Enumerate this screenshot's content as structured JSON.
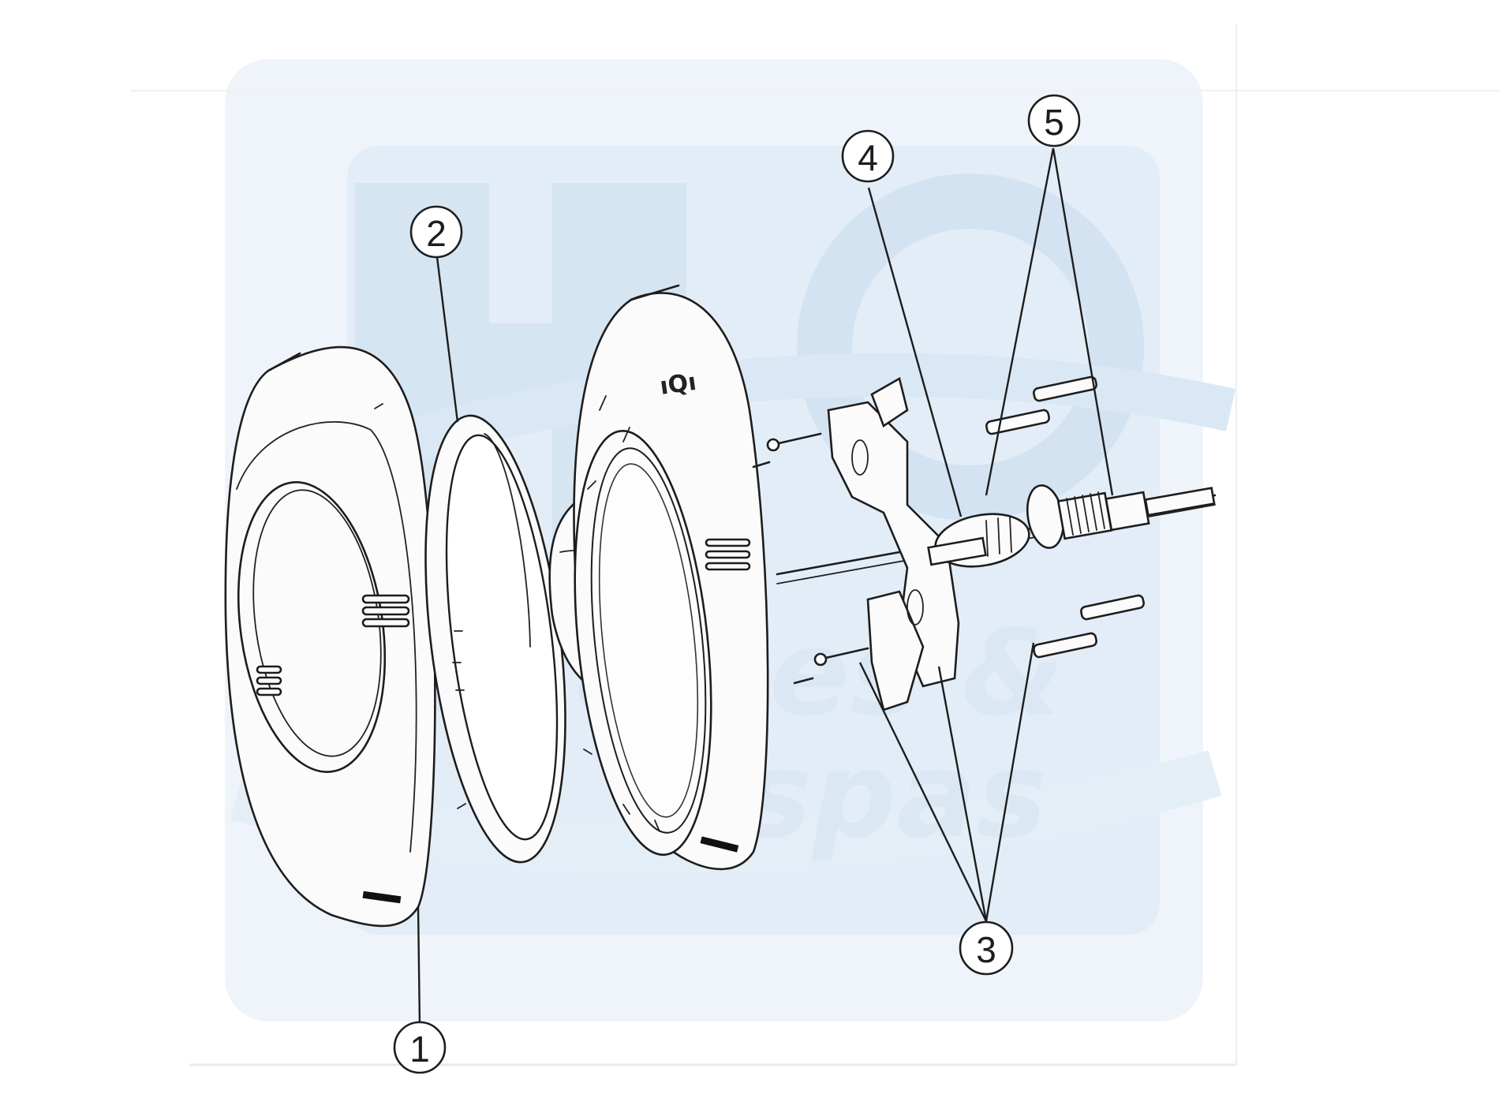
{
  "diagram": {
    "callouts": [
      {
        "id": "1",
        "label": "1"
      },
      {
        "id": "2",
        "label": "2"
      },
      {
        "id": "3",
        "label": "3"
      },
      {
        "id": "4",
        "label": "4"
      },
      {
        "id": "5",
        "label": "5"
      }
    ],
    "watermark": {
      "logo_letters": "H",
      "line1": "piscines &",
      "line2": "spas"
    },
    "colors": {
      "line": "#1d1d1d",
      "watermark": "#d6e6f4",
      "background": "#ffffff"
    }
  }
}
